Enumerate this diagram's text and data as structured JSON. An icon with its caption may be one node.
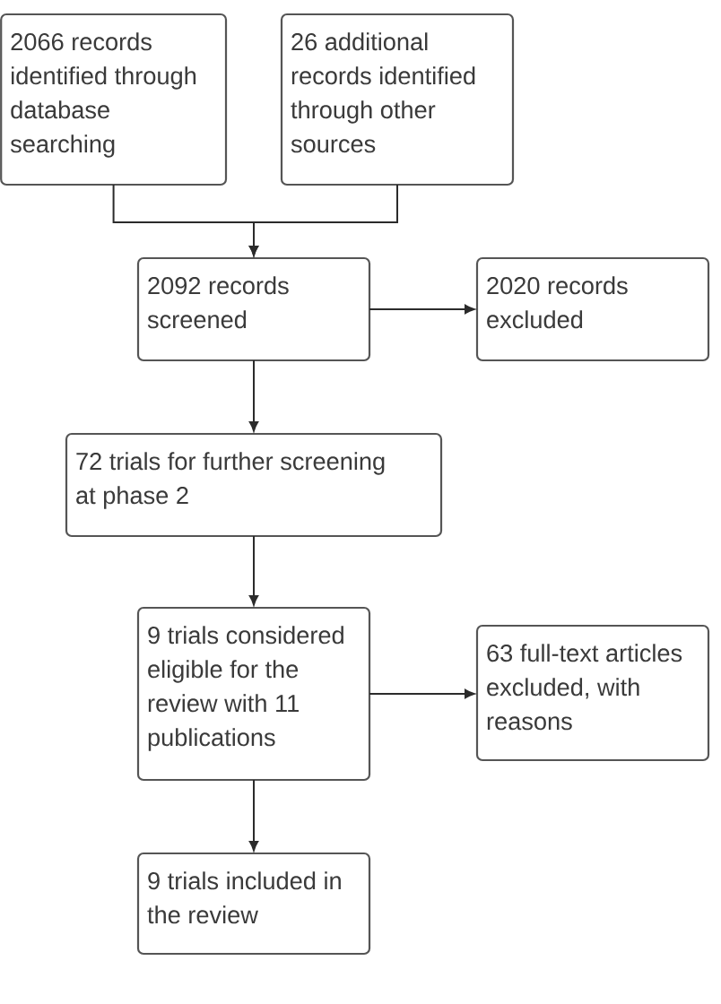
{
  "diagram": {
    "nodes": [
      {
        "text": [
          "2066 records identified through database searching"
        ]
      },
      {
        "text": [
          "26 additional records identified through other sources"
        ]
      },
      {
        "text": [
          "2092 records screened"
        ]
      },
      {
        "text": [
          "2020 records excluded"
        ]
      },
      {
        "text": [
          "72 trials for further screening at phase 2"
        ]
      },
      {
        "text": [
          "9 trials considered eligible for the review with 11 publications"
        ]
      },
      {
        "text": [
          "63 full-text articles excluded, with reasons"
        ]
      },
      {
        "text": [
          "9 trials included in the review"
        ]
      }
    ],
    "edges": [
      {
        "from": 0,
        "to": 2,
        "arrow": "to"
      },
      {
        "from": 1,
        "to": 2,
        "arrow": "to"
      },
      {
        "from": 2,
        "to": 3,
        "arrow": "to"
      },
      {
        "from": 2,
        "to": 4,
        "arrow": "to"
      },
      {
        "from": 4,
        "to": 5,
        "arrow": "to"
      },
      {
        "from": 5,
        "to": 6,
        "arrow": "to"
      },
      {
        "from": 5,
        "to": 7,
        "arrow": "to"
      }
    ]
  }
}
